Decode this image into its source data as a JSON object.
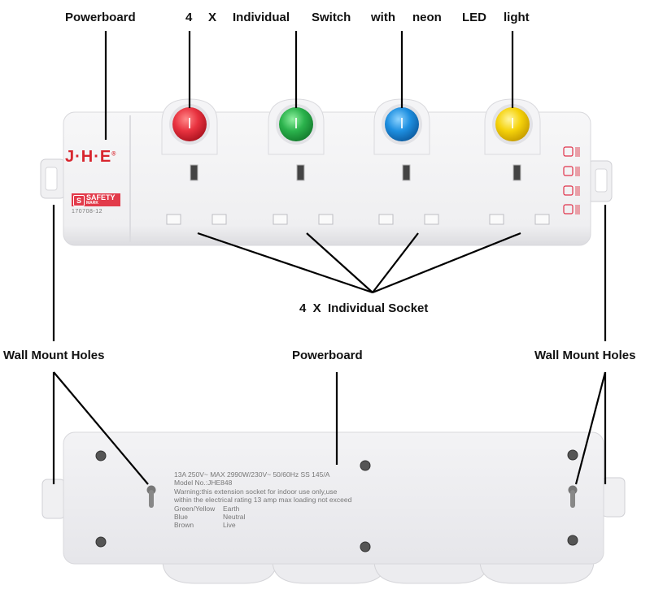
{
  "labels": {
    "powerboard_top": "Powerboard",
    "switch_word1": "4",
    "switch_word2": "X",
    "switch_word3": "Individual",
    "switch_word4": "Switch",
    "switch_word5": "with",
    "switch_word6": "neon",
    "switch_word7": "LED",
    "switch_word8": "light",
    "socket": "4  X  Individual Socket",
    "wall_left": "Wall Mount Holes",
    "powerboard_bottom": "Powerboard",
    "wall_right": "Wall Mount Holes"
  },
  "product": {
    "brand": "J·H·E",
    "brand_mark": "®",
    "safety_mark": "SAFETY",
    "safety_mark_sub": "MARK",
    "cert_number": "170708-12"
  },
  "spec": {
    "line1": "13A 250V~ MAX 2990W/230V~ 50/60Hz SS 145/A",
    "line2": "Model No.:JHE848",
    "line3": "Warning:this extension socket for indoor use only,use",
    "line4": "within the electrical rating 13 amp max loading not exceed",
    "wiring": [
      {
        "color": "Green/Yellow",
        "role": "Earth"
      },
      {
        "color": "Blue",
        "role": "Neutral"
      },
      {
        "color": "Brown",
        "role": "Live"
      }
    ]
  },
  "colors": {
    "switch_red": "#e8323f",
    "switch_green": "#2bb24c",
    "switch_blue": "#1e8fe0",
    "switch_yellow": "#f5d20a",
    "brand_red": "#d8262e"
  }
}
